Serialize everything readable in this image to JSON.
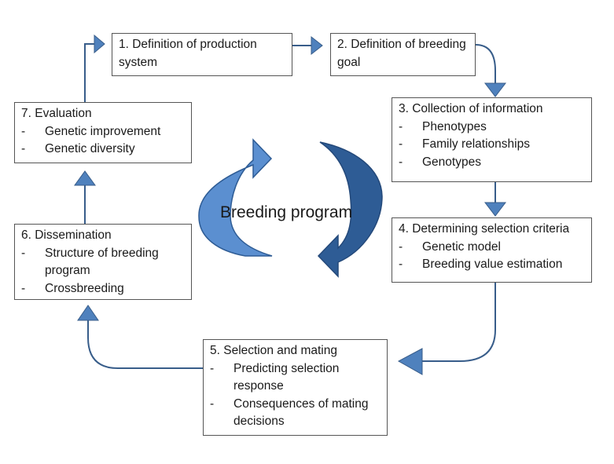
{
  "center": {
    "label": "Breeding program"
  },
  "steps": [
    {
      "id": "1",
      "title": "1. Definition of production system",
      "items": []
    },
    {
      "id": "2",
      "title": "2. Definition of breeding goal",
      "items": []
    },
    {
      "id": "3",
      "title": "3. Collection of information",
      "items": [
        "Phenotypes",
        "Family relationships",
        "Genotypes"
      ]
    },
    {
      "id": "4",
      "title": "4. Determining selection criteria",
      "items": [
        "Genetic model",
        "Breeding value estimation"
      ]
    },
    {
      "id": "5",
      "title": "5. Selection and mating",
      "items": [
        "Predicting selection response",
        "Consequences of mating decisions"
      ]
    },
    {
      "id": "6",
      "title": "6. Dissemination",
      "items": [
        "Structure of breeding program",
        "Crossbreeding"
      ]
    },
    {
      "id": "7",
      "title": "7. Evaluation",
      "items": [
        "Genetic improvement",
        "Genetic diversity"
      ]
    }
  ],
  "colors": {
    "arrow_fill": "#4f81bd",
    "arrow_stroke": "#385d8a",
    "cycle_light": "#5b8fd0",
    "cycle_dark": "#2e5c95"
  }
}
